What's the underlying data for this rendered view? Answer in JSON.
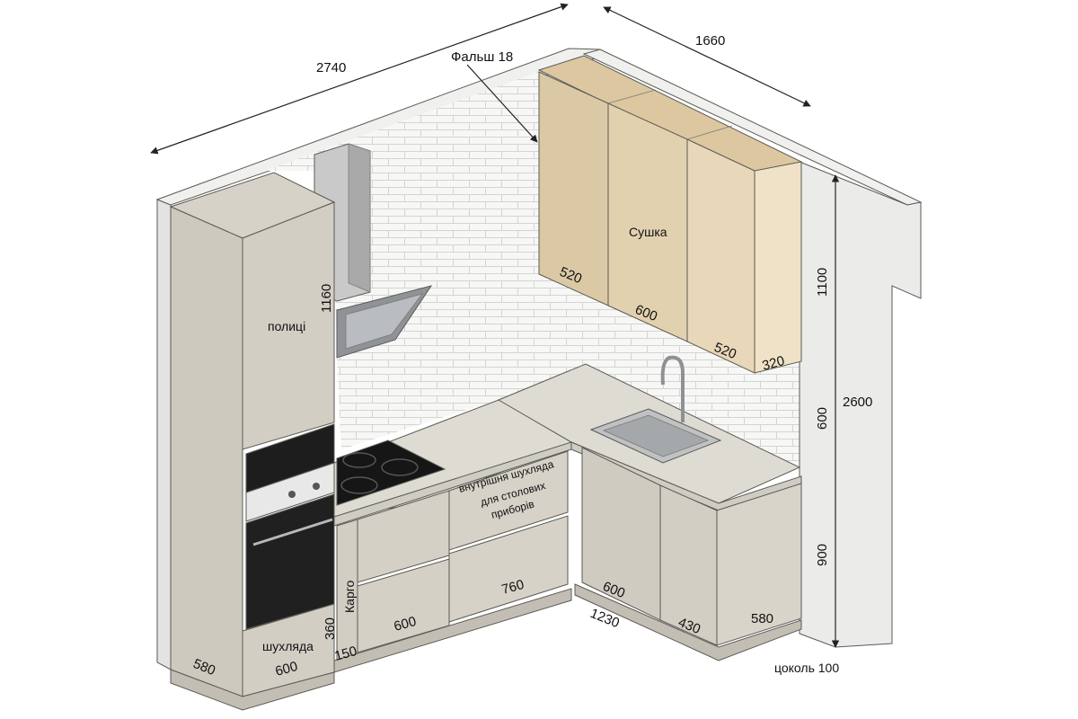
{
  "dimensions": {
    "width_left": "2740",
    "width_right": "1660",
    "false_panel": "Фальш 18",
    "height_total": "2600",
    "upper_height": "1100",
    "backsplash_height": "600",
    "base_height": "900",
    "hood_height": "1160",
    "upper_1": "520",
    "upper_2": "600",
    "upper_3": "520",
    "upper_4": "320",
    "base_right_run": "1230",
    "base_r1": "600",
    "base_r2": "430",
    "base_r3": "580",
    "base_l_drawer": "760",
    "base_l_bottom": "600",
    "cargo_h": "360",
    "cargo_w": "150",
    "tall_depth": "580",
    "tall_width": "600",
    "plinth": "цоколь 100"
  },
  "labels": {
    "drying": "Сушка",
    "shelves": "полиці",
    "cargo": "Карго",
    "drawer": "шухляда",
    "inner_drawer_1": "внутрішня шухляда",
    "inner_drawer_2": "для столових",
    "inner_drawer_3": "приборів"
  },
  "colors": {
    "wall": "#ececeb",
    "cabinet": "#cfcbc1",
    "upper": "#e8d7b8",
    "counter": "#dedbd3"
  }
}
